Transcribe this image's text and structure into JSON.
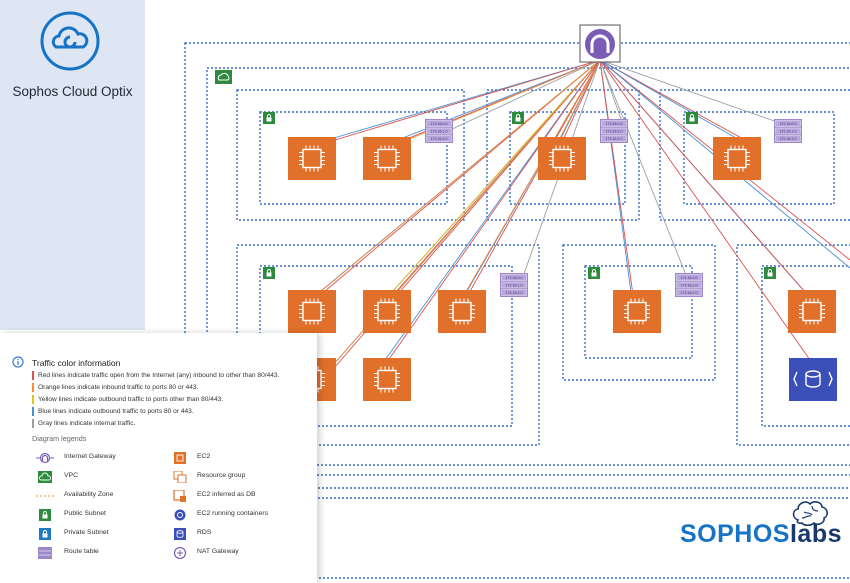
{
  "brand": {
    "product_name": "Sophos Cloud Optix",
    "logo_icon": "cloud-swirl-icon",
    "labs_part1": "SOPHOS",
    "labs_part2": "labs",
    "labs_icon": "brain-icon"
  },
  "legend": {
    "title": "Traffic color information",
    "traffic_lines": [
      {
        "text": "Red lines indicate traffic open from the Internet (any) inbound to other than 80/443.",
        "color": "#d9534f"
      },
      {
        "text": "Orange lines indicate inbound traffic to ports 80 or 443.",
        "color": "#f0903a"
      },
      {
        "text": "Yellow lines indicate outbound traffic to ports other than 80/443.",
        "color": "#e6c21a"
      },
      {
        "text": "Blue lines indicate outbound traffic to ports 80 or 443.",
        "color": "#4a8fd6"
      },
      {
        "text": "Gray lines indicate internal traffic.",
        "color": "#9aa0a6"
      }
    ],
    "section_title": "Diagram legends",
    "items_left": [
      {
        "label": "Internet Gateway",
        "icon": "internet-gateway-icon"
      },
      {
        "label": "VPC",
        "icon": "vpc-icon"
      },
      {
        "label": "Availability Zone",
        "icon": "availability-zone-icon"
      },
      {
        "label": "Public Subnet",
        "icon": "public-subnet-icon"
      },
      {
        "label": "Private Subnet",
        "icon": "private-subnet-icon"
      },
      {
        "label": "Route table",
        "icon": "route-table-icon"
      }
    ],
    "items_right": [
      {
        "label": "EC2",
        "icon": "ec2-icon"
      },
      {
        "label": "Resource group",
        "icon": "resource-group-icon"
      },
      {
        "label": "EC2 inferred as DB",
        "icon": "ec2-db-icon"
      },
      {
        "label": "EC2 running containers",
        "icon": "ec2-containers-icon"
      },
      {
        "label": "RDS",
        "icon": "rds-icon"
      },
      {
        "label": "NAT Gateway",
        "icon": "nat-gateway-icon"
      }
    ]
  },
  "colors": {
    "ec2": "#e0702a",
    "subnet": "#2e8b3e",
    "route_table": "#9b87c9",
    "rds": "#3b4fb8",
    "gateway": "#7b5cb5",
    "boundary": "#3a6ec6"
  },
  "diagram": {
    "route_table_entries": [
      "172.16.0.0",
      "172.16.1.0",
      "172.16.2.0"
    ]
  }
}
